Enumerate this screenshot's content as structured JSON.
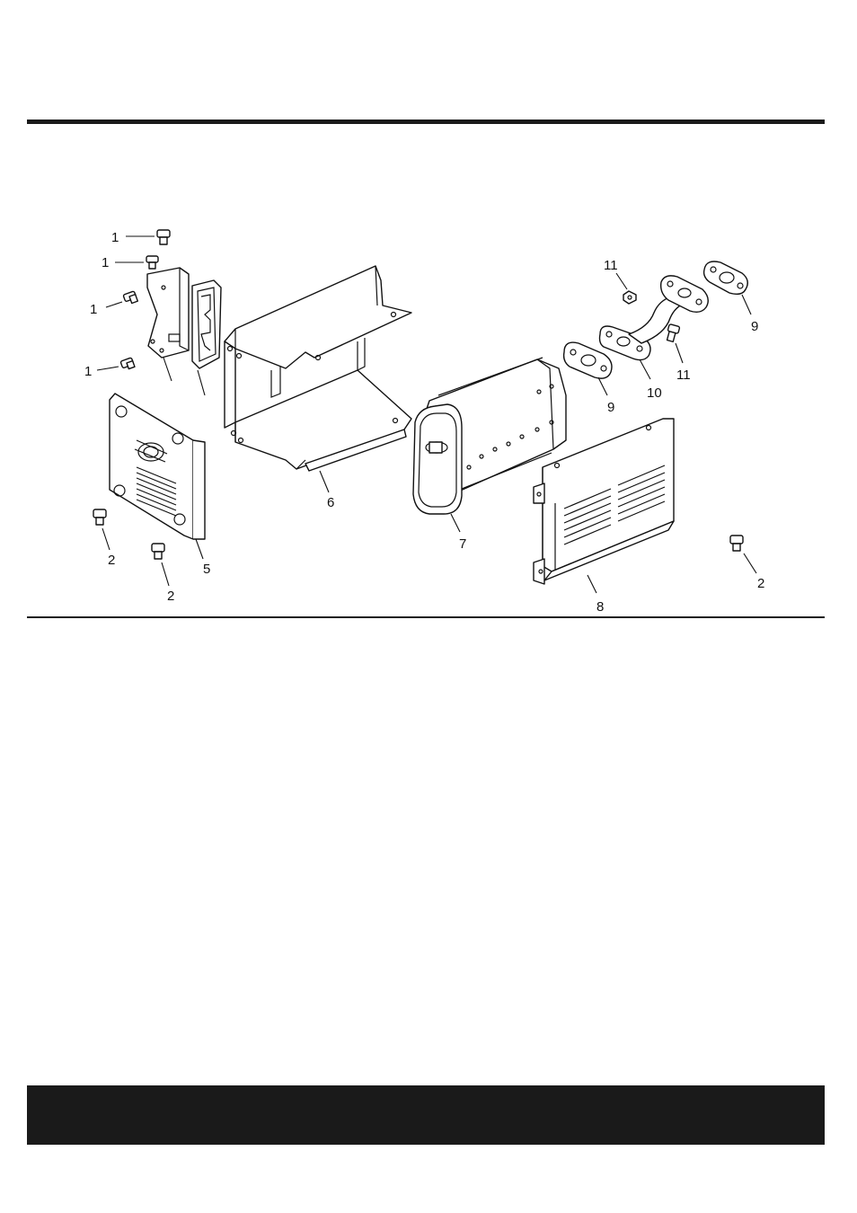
{
  "labels": {
    "p1a": "1",
    "p1b": "1",
    "p1c": "1",
    "p1d": "1",
    "p2a": "2",
    "p2b": "2",
    "p2c": "2",
    "p5": "5",
    "p6": "6",
    "p7": "7",
    "p8": "8",
    "p9a": "9",
    "p9b": "9",
    "p10": "10",
    "p11a": "11",
    "p11b": "11"
  }
}
